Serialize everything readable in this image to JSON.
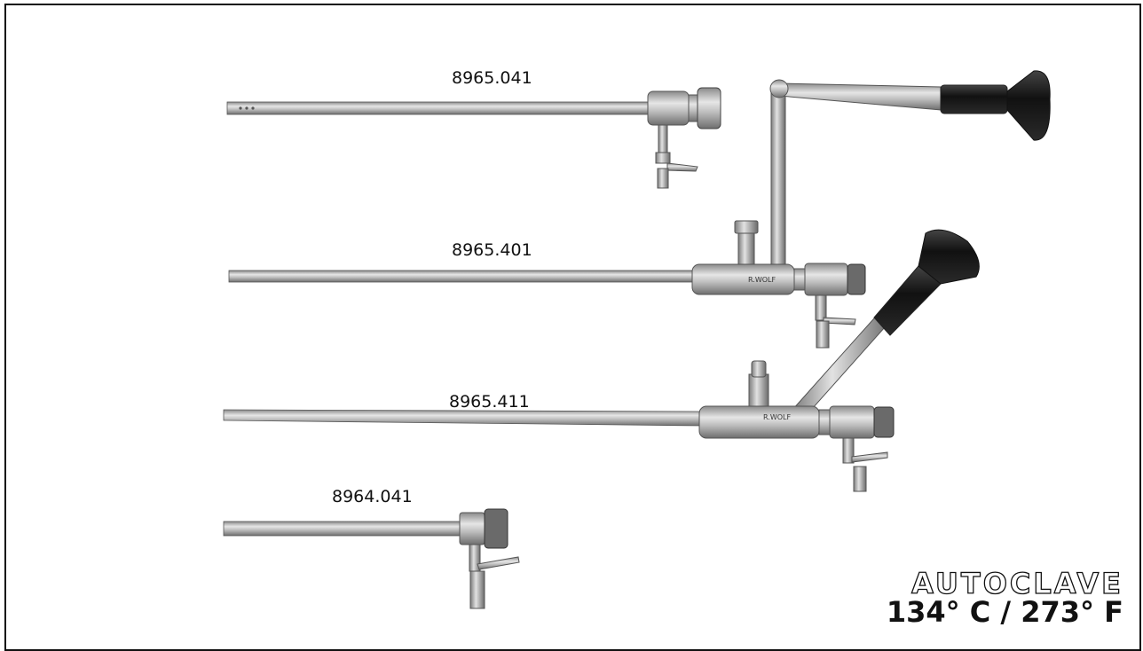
{
  "instruments": [
    {
      "code": "8965.041"
    },
    {
      "code": "8965.401"
    },
    {
      "code": "8965.411"
    },
    {
      "code": "8964.041"
    }
  ],
  "badge": {
    "word": "AUTOCLAVE",
    "temperature": "134° C / 273° F"
  },
  "engraving": "R.WOLF",
  "colors": {
    "metal": "#c4c4c4",
    "dark": "#1a1a1a",
    "frame": "#111111"
  }
}
